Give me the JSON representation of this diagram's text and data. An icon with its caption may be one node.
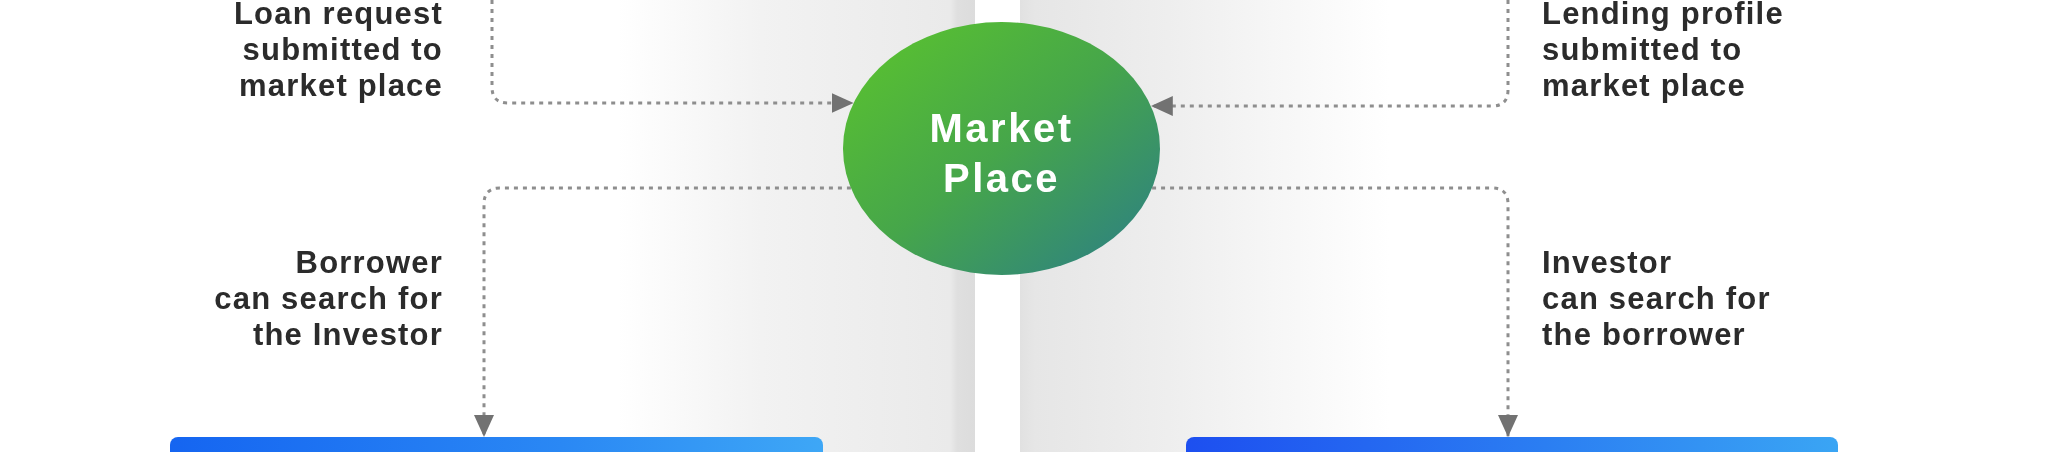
{
  "diagram": {
    "nodes": [
      {
        "text": [
          "Market Place"
        ]
      },
      {
        "text": [],
        "shape": "box"
      },
      {
        "text": [],
        "shape": "box"
      }
    ],
    "edges": [
      {
        "from": null,
        "to": 0,
        "arrow": "to",
        "label": "Loan request submitted to market place"
      },
      {
        "from": null,
        "to": 0,
        "arrow": "to",
        "label": "Lending profile submitted to market place"
      },
      {
        "from": 0,
        "to": 1,
        "arrow": "to",
        "label": "Borrower can search for the Investor"
      },
      {
        "from": 0,
        "to": 2,
        "arrow": "to",
        "label": "Investor can search for the borrower"
      }
    ]
  }
}
